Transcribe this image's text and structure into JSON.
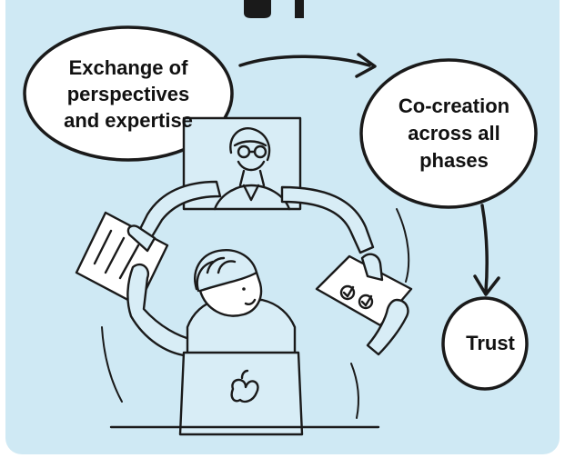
{
  "diagram": {
    "nodes": [
      {
        "id": "exchange",
        "lines": [
          "Exchange of",
          "perspectives",
          "and expertise"
        ]
      },
      {
        "id": "cocreation",
        "lines": [
          "Co-creation",
          "across all",
          "phases"
        ]
      },
      {
        "id": "trust",
        "lines": [
          "Trust"
        ]
      }
    ],
    "edges": [
      {
        "from": "exchange",
        "to": "cocreation"
      },
      {
        "from": "cocreation",
        "to": "trust"
      }
    ]
  },
  "colors": {
    "panel_background": "#cfe9f4",
    "ink": "#1a1a1a",
    "figure_fill": "#d8edf6",
    "bubble_fill": "#ffffff"
  },
  "illustration": {
    "description_icon": "video-call-collaboration-illustration"
  }
}
